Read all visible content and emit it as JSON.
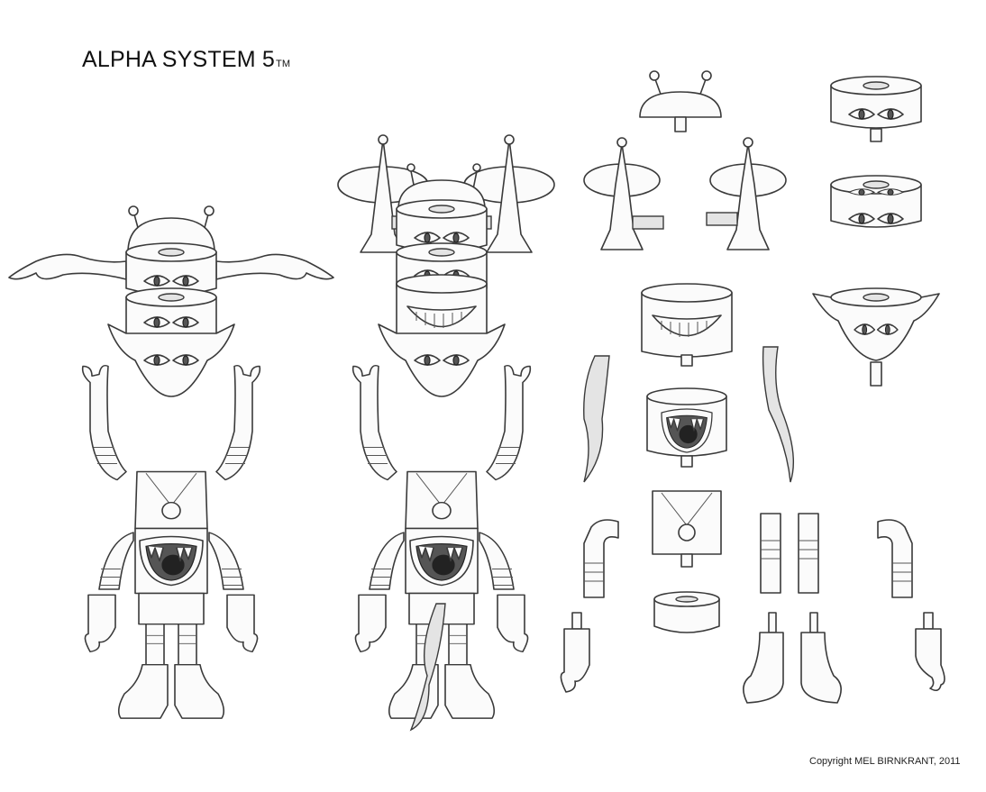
{
  "title": {
    "text": "ALPHA SYSTEM 5",
    "trademark": "TM"
  },
  "copyright": "Copyright MEL BIRNKRANT, 2011",
  "colors": {
    "background": "#ffffff",
    "ink": "#3a3a3a",
    "shade": "#e4e4e4"
  }
}
